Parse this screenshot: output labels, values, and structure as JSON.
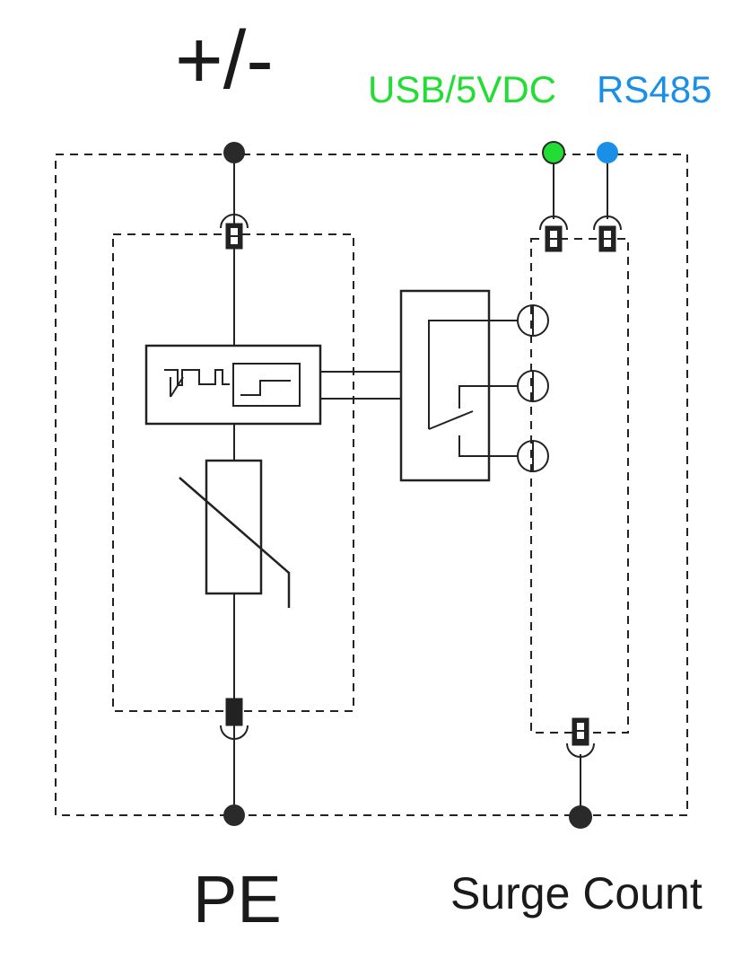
{
  "labels": {
    "top_terminal": "+/-",
    "usb": "USB/5VDC",
    "rs485": "RS485",
    "bottom_terminal": "PE",
    "surge_count": "Surge Count"
  },
  "colors": {
    "line": "#222222",
    "usb": "#22dd33",
    "rs485": "#1a8fe8",
    "terminal": "#2a2a2a"
  }
}
